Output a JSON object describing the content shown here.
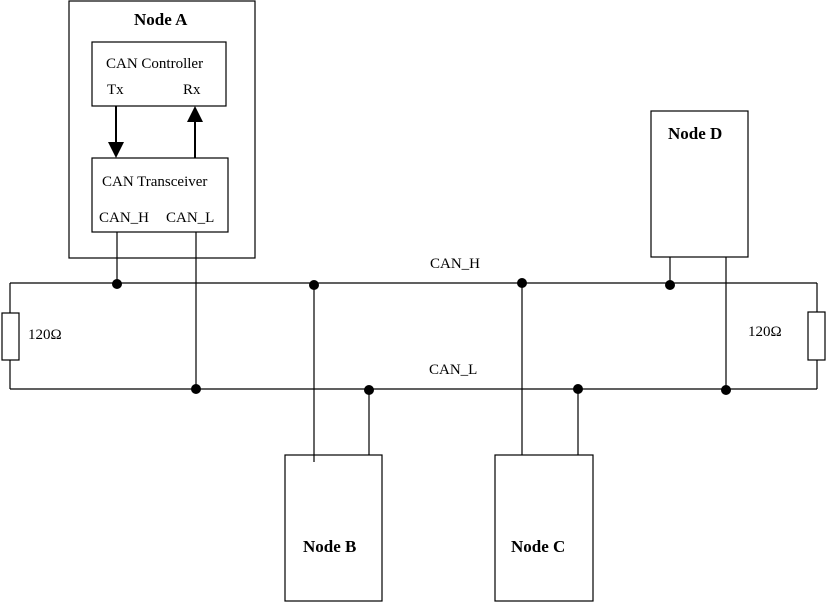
{
  "node_a": {
    "title": "Node A",
    "controller": {
      "label": "CAN Controller",
      "tx": "Tx",
      "rx": "Rx"
    },
    "transceiver": {
      "label": "CAN Transceiver",
      "can_h": "CAN_H",
      "can_l": "CAN_L"
    }
  },
  "node_b": {
    "title": "Node B"
  },
  "node_c": {
    "title": "Node C"
  },
  "node_d": {
    "title": "Node D"
  },
  "bus": {
    "can_h_label": "CAN_H",
    "can_l_label": "CAN_L"
  },
  "terminators": {
    "left_label": "120Ω",
    "right_label": "120Ω"
  }
}
